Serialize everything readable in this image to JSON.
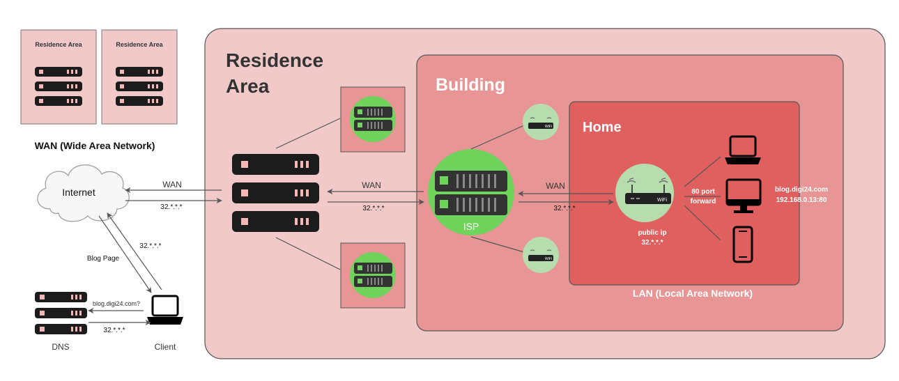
{
  "labels": {
    "residence_small_1": "Residence Area",
    "residence_small_2": "Residence Area",
    "wan_title": "WAN (Wide Area Network)",
    "internet": "Internet",
    "residence_big_line1": "Residence",
    "residence_big_line2": "Area",
    "building": "Building",
    "home": "Home",
    "isp": "ISP",
    "wan_1": "WAN",
    "wan_2": "WAN",
    "wan_3": "WAN",
    "ip_1": "32.*.*.*",
    "ip_2": "32.*.*.*",
    "ip_3": "32.*.*.*",
    "ip_4": "32.*.*.*",
    "ip_5": "32.*.*.*",
    "blog_page": "Blog Page",
    "dns_query": "blog.digi24.com?",
    "dns": "DNS",
    "client": "Client",
    "port_forward_1": "80 port",
    "port_forward_2": "forward",
    "public_ip_label": "public ip",
    "public_ip_value": "32.*.*.*",
    "server_host": "blog.digi24.com",
    "server_addr": "192.168.0.13:80",
    "lan_title": "LAN (Local Area Network)",
    "wifi_text_1": "WiFi",
    "wifi_text_2": "WiFi",
    "wifi_text_3": "WiFi"
  },
  "colors": {
    "residence_fill": "#f2c9c9",
    "building_fill": "#e79595",
    "home_fill": "#e06060",
    "green": "#6fd35c",
    "pale_green": "#b7dcae",
    "server_dark": "#222222",
    "led_pink": "#f4b6b6"
  },
  "icons": [
    "cloud-icon",
    "server-rack-icon",
    "router-icon",
    "laptop-icon",
    "monitor-icon",
    "smartphone-icon",
    "isp-server-icon"
  ]
}
